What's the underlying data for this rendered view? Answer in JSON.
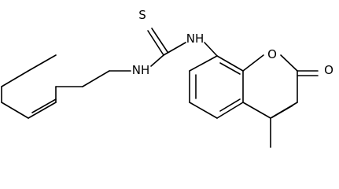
{
  "structure": {
    "atoms": {
      "sulfur": "S",
      "nh_left": "NH",
      "nh_right": "NH",
      "ring_oxygen": "O",
      "carbonyl_oxygen": "O"
    }
  }
}
